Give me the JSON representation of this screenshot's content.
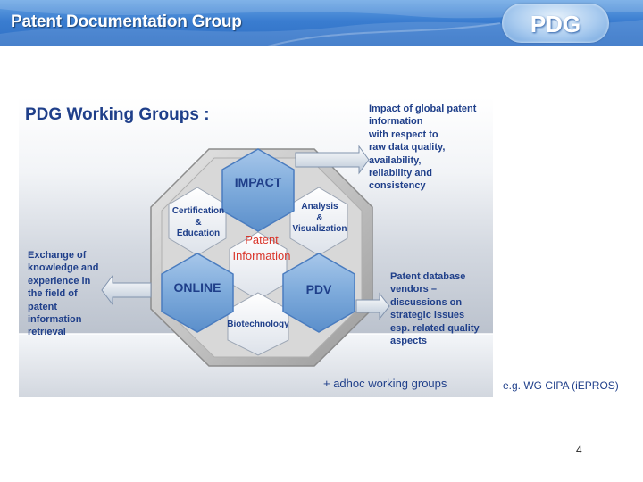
{
  "header": {
    "title": "Patent Documentation Group",
    "logo": "PDG"
  },
  "diagram": {
    "title": "PDG Working Groups :",
    "hexagons": {
      "impact": "IMPACT",
      "online": "ONLINE",
      "pdv": "PDV"
    },
    "center": [
      "Patent",
      "Information"
    ],
    "side_groups": {
      "certification": [
        "Certification",
        "&",
        "Education"
      ],
      "analysis": [
        "Analysis",
        "&",
        "Visualization"
      ],
      "biotechnology": "Biotechnology"
    },
    "annotations": {
      "impact": [
        "Impact of global patent",
        "information",
        "with respect to",
        "raw data quality,",
        "availability,",
        "reliability and",
        "consistency"
      ],
      "online": [
        "Exchange of",
        "knowledge and",
        "experience in",
        "the field of",
        "patent",
        "information",
        "retrieval"
      ],
      "pdv": [
        "Patent database",
        "vendors –",
        "discussions on",
        "strategic issues",
        "esp. related quality",
        "aspects"
      ]
    },
    "adhoc": "+ adhoc working groups"
  },
  "example": "e.g. WG CIPA (iEPROS)",
  "page_number": "4",
  "colors": {
    "header_blue": "#3a7dd0",
    "text_navy": "#1f3f8a",
    "center_red": "#d9352a",
    "hex_blue": "#6d9fd3"
  }
}
